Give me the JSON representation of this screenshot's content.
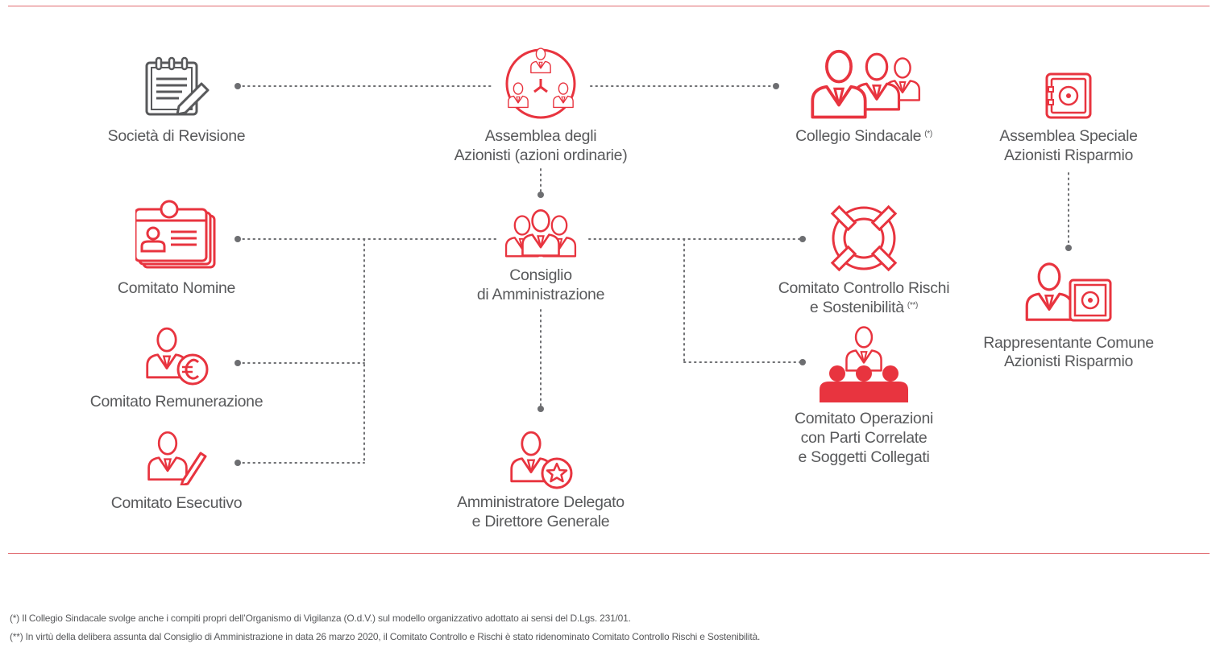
{
  "colors": {
    "accent": "#e8343f",
    "text": "#58595b",
    "connector": "#6d6e71"
  },
  "nodes": {
    "societa_revisione": {
      "label": "Società di Revisione",
      "icon": "notepad-icon"
    },
    "assemblea_azionisti": {
      "line1": "Assemblea degli",
      "line2": "Azionisti (azioni ordinarie)",
      "icon": "group-network-icon"
    },
    "collegio_sindacale": {
      "label": "Collegio Sindacale",
      "note": "(*)",
      "icon": "three-people-icon"
    },
    "assemblea_speciale": {
      "line1": "Assemblea Speciale",
      "line2": "Azionisti Risparmio",
      "icon": "safe-icon"
    },
    "comitato_nomine": {
      "label": "Comitato Nomine",
      "icon": "id-card-icon"
    },
    "consiglio": {
      "line1": "Consiglio",
      "line2": "di Amministrazione",
      "icon": "board-people-icon"
    },
    "controllo_rischi": {
      "line1": "Comitato Controllo Rischi",
      "line2": "e Sostenibilità",
      "note": "(**)",
      "icon": "lifebuoy-icon"
    },
    "rappresentante": {
      "line1": "Rappresentante Comune",
      "line2": "Azionisti Risparmio",
      "icon": "person-safe-icon"
    },
    "remunerazione": {
      "label": "Comitato Remunerazione",
      "icon": "person-euro-icon"
    },
    "operazioni": {
      "line1": "Comitato Operazioni",
      "line2": "con Parti Correlate",
      "line3": "e Soggetti Collegati",
      "icon": "audience-icon"
    },
    "esecutivo": {
      "label": "Comitato Esecutivo",
      "icon": "person-pen-icon"
    },
    "amministratore": {
      "line1": "Amministratore Delegato",
      "line2": "e Direttore Generale",
      "icon": "person-star-icon"
    }
  },
  "footnotes": [
    "(*) Il Collegio Sindacale svolge anche i compiti propri dell’Organismo di Vigilanza (O.d.V.) sul modello organizzativo adottato ai sensi del D.Lgs. 231/01.",
    "(**) In virtù della delibera assunta dal Consiglio di Amministrazione in data 26 marzo 2020, il Comitato Controllo e Rischi è stato ridenominato Comitato Controllo Rischi e Sostenibilità."
  ]
}
